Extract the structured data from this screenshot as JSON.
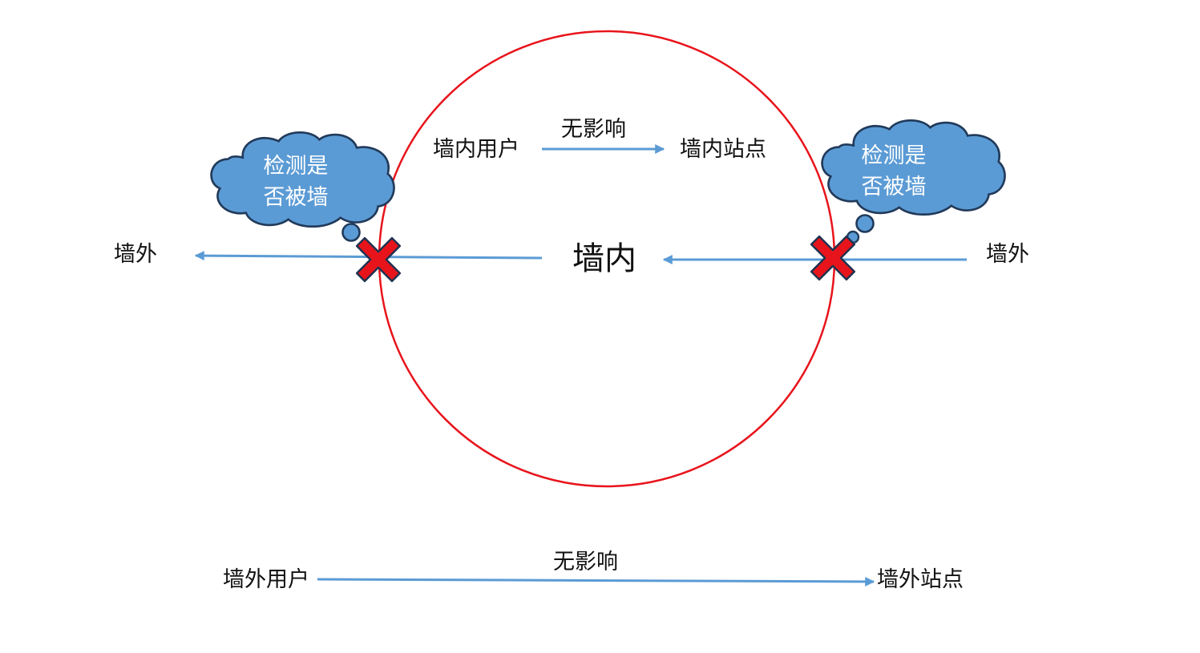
{
  "colors": {
    "wall_circle": "#e8141c",
    "arrow": "#5b9bd5",
    "cloud_fill": "#5b9bd5",
    "cloud_stroke": "#213a5a",
    "cross_fill": "#e8141c",
    "cross_stroke": "#1f3350",
    "text": "#111111",
    "cloud_text": "#ffffff"
  },
  "inside": {
    "label": "墙内",
    "user": "墙内用户",
    "site": "墙内站点",
    "no_effect": "无影响"
  },
  "outside_left": {
    "label": "墙外"
  },
  "outside_right": {
    "label": "墙外"
  },
  "clouds": [
    {
      "line1": "检测是",
      "line2": "否被墙",
      "icon": "thought-cloud-icon"
    },
    {
      "line1": "检测是",
      "line2": "否被墙",
      "icon": "thought-cloud-icon"
    }
  ],
  "blocks": [
    {
      "icon": "red-x-icon"
    },
    {
      "icon": "red-x-icon"
    }
  ],
  "outside": {
    "user": "墙外用户",
    "site": "墙外站点",
    "no_effect": "无影响"
  }
}
